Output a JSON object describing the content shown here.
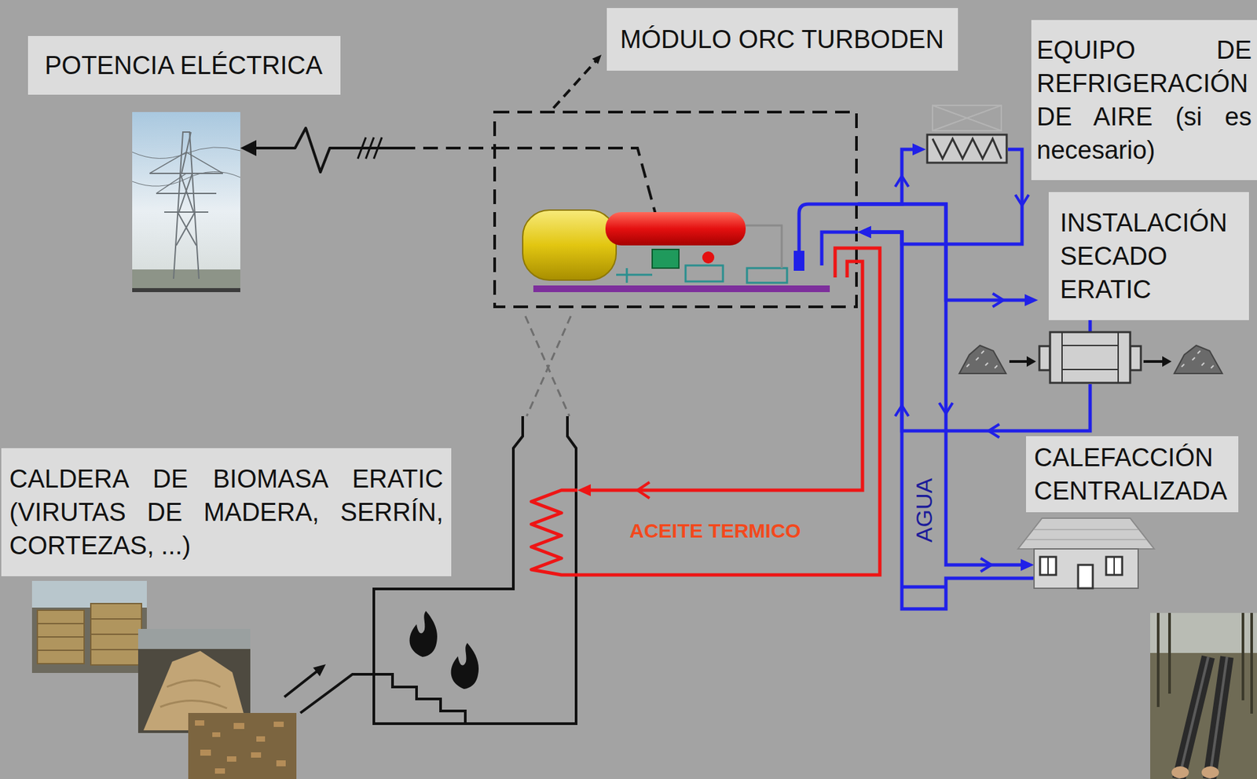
{
  "diagram": {
    "nodes": [
      {
        "text": [
          "POTENCIA ELÉCTRICA"
        ]
      },
      {
        "text": [
          "MÓDULO ORC TURBODEN"
        ]
      },
      {
        "text": [
          "EQUIPO DE REFRIGERACIÓN DE AIRE (si es necesario)"
        ]
      },
      {
        "text": [
          "INSTALACIÓN SECADO ERATIC"
        ]
      },
      {
        "text": [
          "CALDERA DE BIOMASA ERATIC (VIRUTAS DE MADERA, SERRÍN, CORTEZAS, ...)"
        ]
      },
      {
        "text": [
          "CALEFACCIÓN CENTRALIZADA"
        ]
      }
    ],
    "edges": [
      {
        "from": 1,
        "to": 0,
        "arrow": "to"
      },
      {
        "from": 1,
        "to": 4,
        "label": "ACEITE TERMICO",
        "arrow": "to"
      },
      {
        "from": 4,
        "to": 1,
        "arrow": "none"
      },
      {
        "from": 1,
        "to": 2,
        "arrow": "to"
      },
      {
        "from": 2,
        "to": 1,
        "arrow": "to"
      },
      {
        "from": 1,
        "to": 3,
        "arrow": "to"
      },
      {
        "from": 3,
        "to": 1,
        "arrow": "to"
      },
      {
        "from": 1,
        "to": 5,
        "arrow": "to"
      },
      {
        "from": 5,
        "to": 1,
        "arrow": "to"
      }
    ],
    "labels": [
      "AGUA"
    ]
  }
}
